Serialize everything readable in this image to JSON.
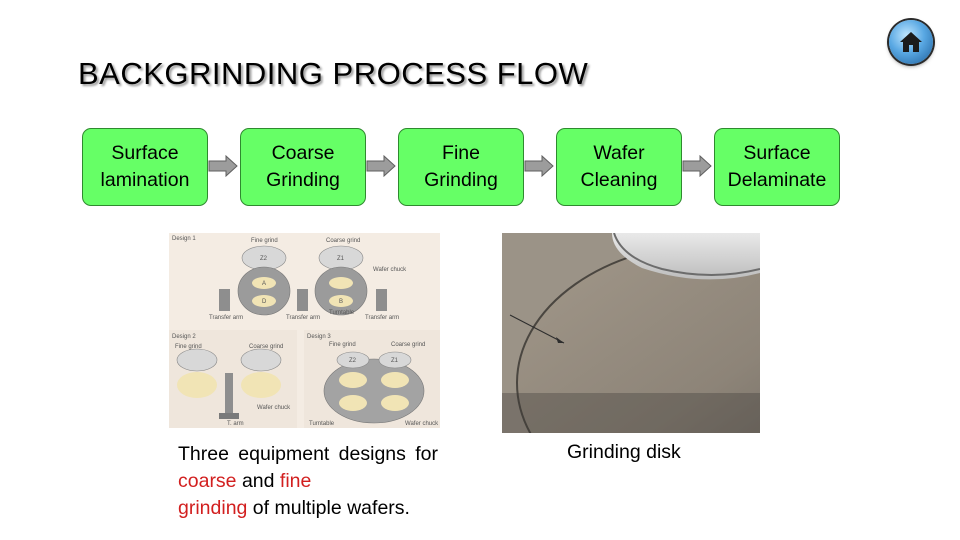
{
  "slide": {
    "title": "BACKGRINDING PROCESS FLOW"
  },
  "nav": {
    "home_icon": "home-icon"
  },
  "flow": {
    "steps": [
      {
        "label": "Surface\nlamination"
      },
      {
        "label": "Coarse\nGrinding"
      },
      {
        "label": "Fine\nGrinding"
      },
      {
        "label": "Wafer\nCleaning"
      },
      {
        "label": "Surface\nDelaminate"
      }
    ],
    "arrow_icon": "right-arrow-icon",
    "step_color": "#66ff66"
  },
  "figure1": {
    "design1_label": "Design 1",
    "design2_label": "Design 2",
    "design3_label": "Design 3",
    "fine_grind": "Fine grind",
    "coarse_grind": "Coarse grind",
    "wafer_chuck": "Wafer chuck",
    "transfer_arm": "Transfer arm",
    "turntable": "Turntable",
    "z2": "Z2",
    "z1": "Z1",
    "a": "A",
    "b": "B",
    "d": "D",
    "t_arm": "T. arm",
    "caption": {
      "part1": "Three equipment designs for ",
      "coarse": "coarse",
      "and": " and ",
      "fine": "fine",
      "grinding": "grinding",
      "part2": " of multiple wafers."
    },
    "highlight_color": "#d21f1f"
  },
  "figure2": {
    "caption": "Grinding disk"
  }
}
